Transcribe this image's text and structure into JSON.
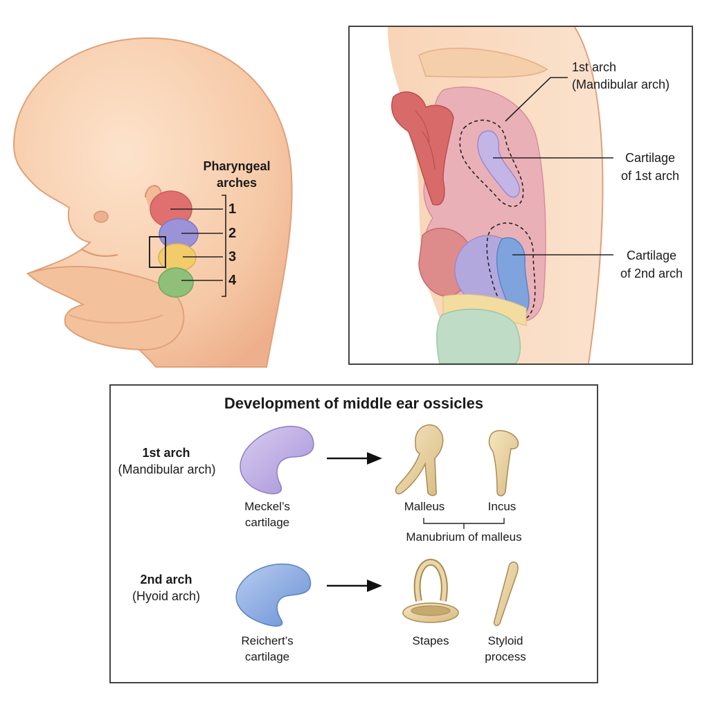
{
  "left_panel": {
    "heading": [
      "Pharyngeal",
      "arches"
    ],
    "arch_numbers": [
      "1",
      "2",
      "3",
      "4"
    ]
  },
  "right_panel": {
    "labels": {
      "first_arch": [
        "1st arch",
        "(Mandibular arch)"
      ],
      "cartilage_1": [
        "Cartilage",
        "of 1st arch"
      ],
      "cartilage_2": [
        "Cartilage",
        "of 2nd arch"
      ]
    }
  },
  "ossicles_panel": {
    "title": "Development of middle ear ossicles",
    "row1": {
      "arch": "1st arch",
      "arch_sub": "(Mandibular arch)",
      "cartilage": [
        "Meckel’s",
        "cartilage"
      ],
      "bone_a": "Malleus",
      "bone_b": "Incus",
      "bracket_label": "Manubrium of malleus"
    },
    "row2": {
      "arch": "2nd arch",
      "arch_sub": "(Hyoid arch)",
      "cartilage": [
        "Reichert’s",
        "cartilage"
      ],
      "bone_a": "Stapes",
      "bone_b": [
        "Styloid",
        "process"
      ]
    }
  },
  "colors": {
    "skin": "#f6c9a6",
    "skin_edge": "#e0a07a",
    "arch1": "#e07070",
    "arch2": "#9b93d8",
    "arch3": "#f2cc6a",
    "arch4": "#8fbf78",
    "cartilage_purple": "#b9a7de",
    "cartilage_blue": "#7fa3dd",
    "bone": "#e6cf9e",
    "bone_edge": "#a88a55",
    "pink_tissue": "#eab0b8",
    "green_tissue": "#bfdcc6",
    "red_tissue": "#d96a6a"
  }
}
